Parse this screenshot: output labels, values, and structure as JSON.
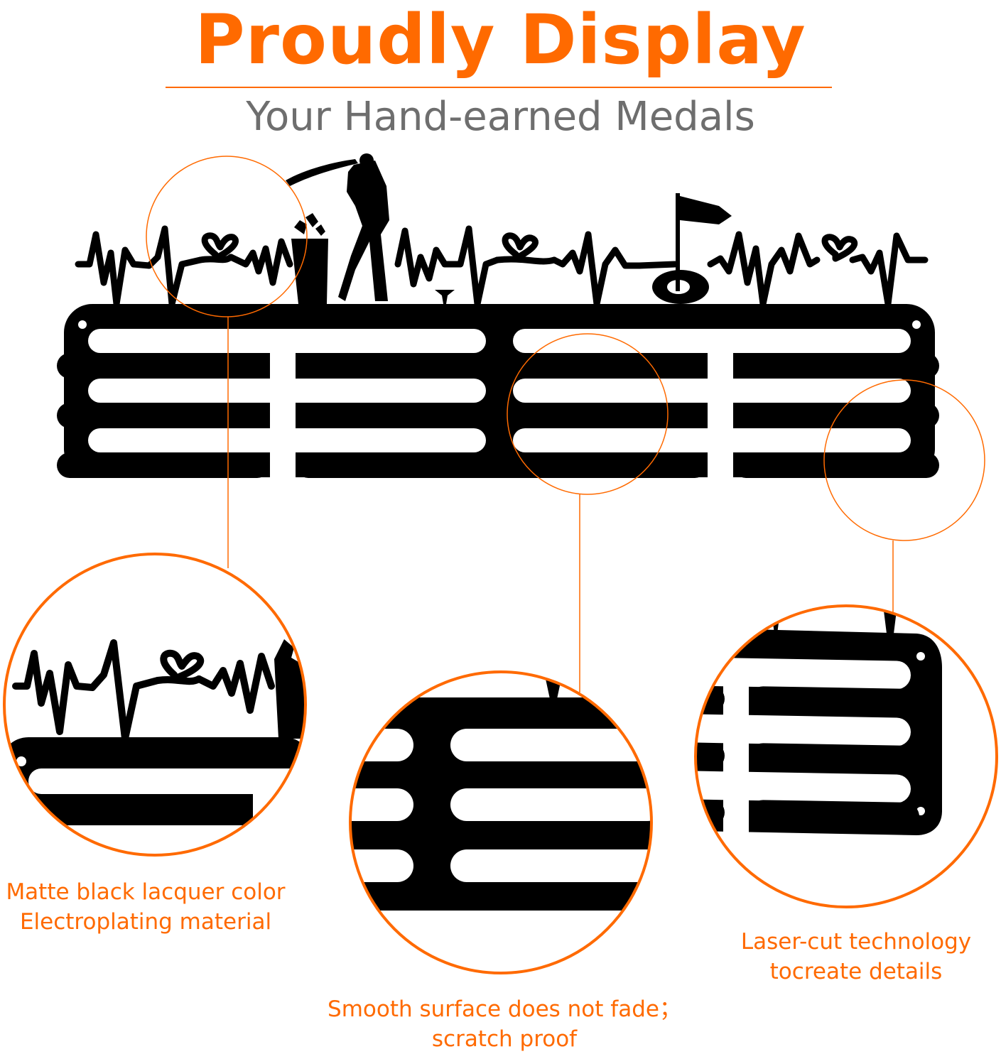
{
  "header": {
    "title": "Proudly Display",
    "subtitle": "Your Hand-earned Medals"
  },
  "features": [
    {
      "line1": "Matte black lacquer color",
      "line2": "Electroplating material"
    },
    {
      "line1": "Smooth surface does not fade；",
      "line2": "scratch proof"
    },
    {
      "line1": "Laser-cut technology",
      "line2": "tocreate details"
    }
  ],
  "colors": {
    "accent": "#ff6a00",
    "product": "#000000",
    "subtitle": "#6e6e6e"
  },
  "icons": [
    "golfer-silhouette",
    "golf-bag",
    "golf-flag",
    "golf-ball",
    "golf-tee",
    "heart",
    "heartbeat-line"
  ]
}
